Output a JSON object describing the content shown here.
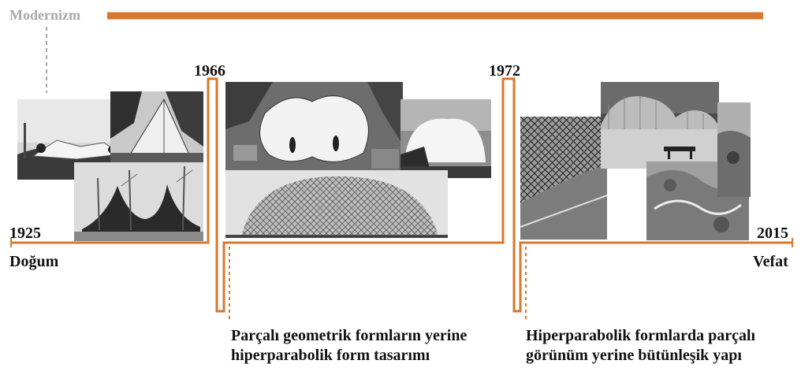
{
  "movement_label": "Modernizm",
  "years": {
    "start": "1925",
    "y1966": "1966",
    "y1972": "1972",
    "end": "2015"
  },
  "birth_label": "Doğum",
  "death_label": "Vefat",
  "captions": {
    "phase1": "Parçalı geometrik formların yerine hiperparabolik form tasarımı",
    "phase2": "Hiperparabolik formlarda parçalı görünüm yerine bütünleşik yapı"
  },
  "colors": {
    "timeline": "#d9772b",
    "movement_guide": "#a8a8a8",
    "text": "#111111"
  }
}
